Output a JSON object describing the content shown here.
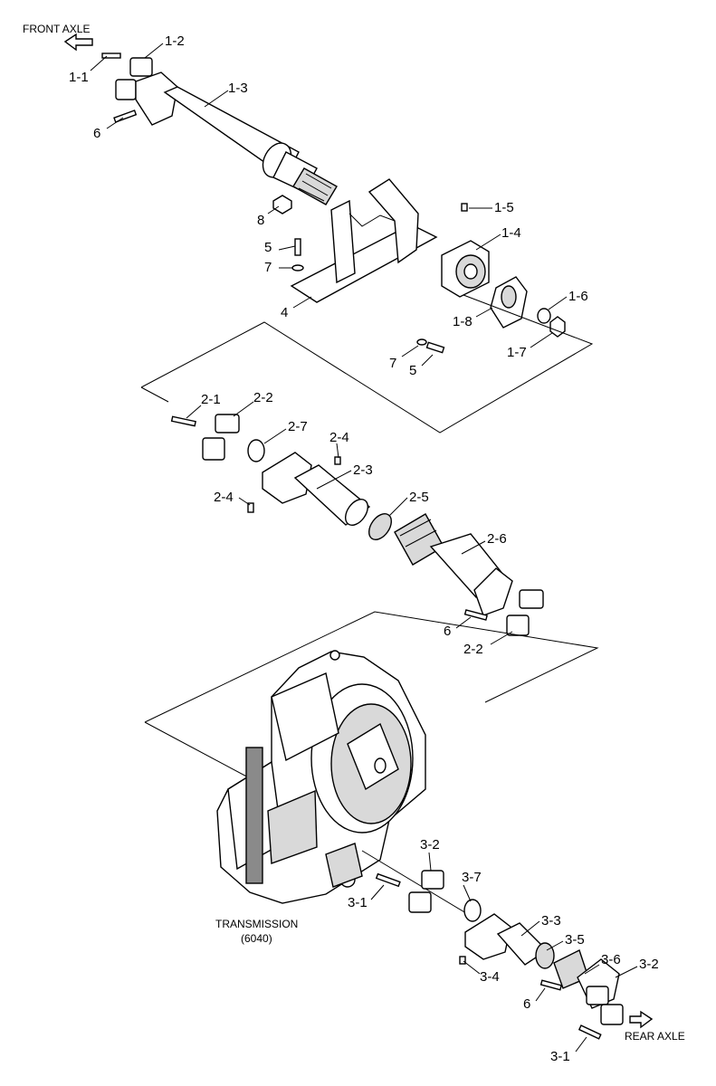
{
  "captions": {
    "front_axle": "FRONT AXLE",
    "rear_axle": "REAR AXLE",
    "transmission_name": "TRANSMISSION",
    "transmission_model": "(6040)"
  },
  "callouts": [
    {
      "id": "1-1",
      "text": "1-1"
    },
    {
      "id": "1-2",
      "text": "1-2"
    },
    {
      "id": "1-3",
      "text": "1-3"
    },
    {
      "id": "6a",
      "text": "6"
    },
    {
      "id": "8",
      "text": "8"
    },
    {
      "id": "1-5",
      "text": "1-5"
    },
    {
      "id": "1-4",
      "text": "1-4"
    },
    {
      "id": "5a",
      "text": "5"
    },
    {
      "id": "7a",
      "text": "7"
    },
    {
      "id": "4",
      "text": "4"
    },
    {
      "id": "1-6",
      "text": "1-6"
    },
    {
      "id": "1-8",
      "text": "1-8"
    },
    {
      "id": "1-7",
      "text": "1-7"
    },
    {
      "id": "7b",
      "text": "7"
    },
    {
      "id": "5b",
      "text": "5"
    },
    {
      "id": "2-1",
      "text": "2-1"
    },
    {
      "id": "2-2a",
      "text": "2-2"
    },
    {
      "id": "2-7",
      "text": "2-7"
    },
    {
      "id": "2-4a",
      "text": "2-4"
    },
    {
      "id": "2-3",
      "text": "2-3"
    },
    {
      "id": "2-4b",
      "text": "2-4"
    },
    {
      "id": "2-5",
      "text": "2-5"
    },
    {
      "id": "2-6",
      "text": "2-6"
    },
    {
      "id": "6b",
      "text": "6"
    },
    {
      "id": "2-2b",
      "text": "2-2"
    },
    {
      "id": "3-2a",
      "text": "3-2"
    },
    {
      "id": "3-7",
      "text": "3-7"
    },
    {
      "id": "3-1a",
      "text": "3-1"
    },
    {
      "id": "3-3",
      "text": "3-3"
    },
    {
      "id": "3-5",
      "text": "3-5"
    },
    {
      "id": "3-4",
      "text": "3-4"
    },
    {
      "id": "3-6",
      "text": "3-6"
    },
    {
      "id": "3-2b",
      "text": "3-2"
    },
    {
      "id": "6c",
      "text": "6"
    },
    {
      "id": "3-1b",
      "text": "3-1"
    }
  ]
}
